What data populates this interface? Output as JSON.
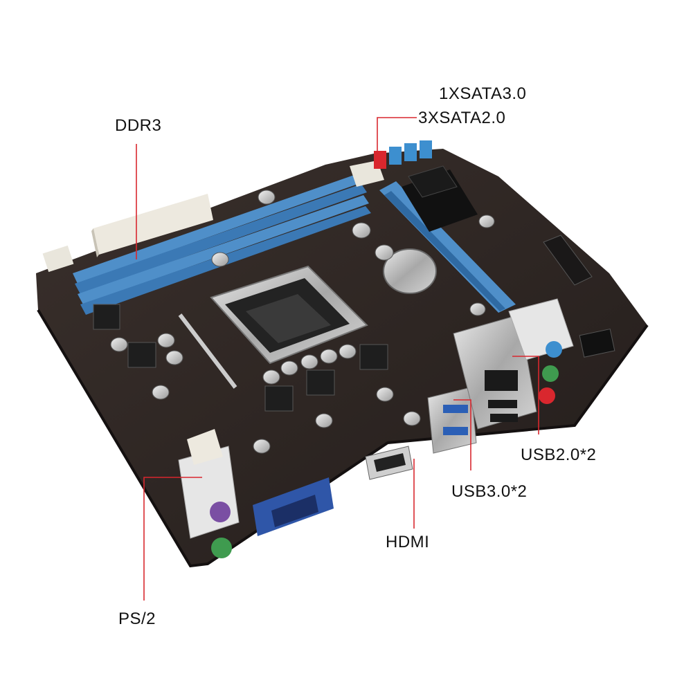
{
  "callouts": {
    "ddr3": "DDR3",
    "sata3": "1XSATA3.0",
    "sata2": "3XSATA2.0",
    "usb2": "USB2.0*2",
    "usb3": "USB3.0*2",
    "hdmi": "HDMI",
    "ps2": "PS/2"
  },
  "colors": {
    "pcb": "#2b2422",
    "ram_slot": "#4f8fc9",
    "leader_line": "#d9272e",
    "socket": "#b8b8b8",
    "capacitor": "#c9c9c9",
    "sata3_port": "#d9272e",
    "sata2_port": "#3d8fcf",
    "vga": "#2f56a8",
    "ps2_keyboard": "#7a4fa3",
    "ps2_mouse": "#3f9b4f"
  }
}
